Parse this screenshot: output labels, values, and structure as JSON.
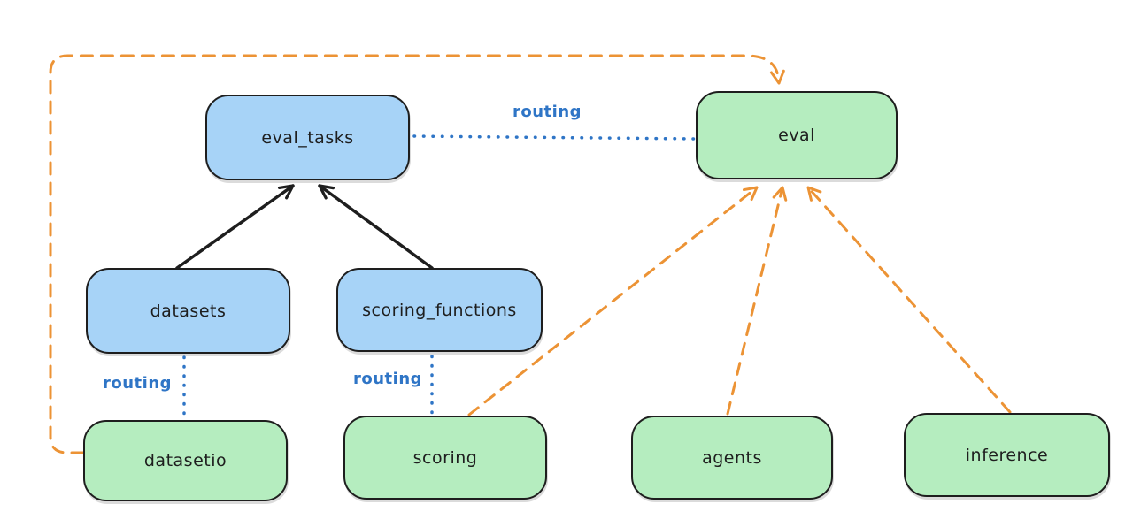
{
  "diagram": {
    "kind": "architecture-diagram",
    "background": "#ffffff"
  },
  "colors": {
    "blue_node_fill": "#a7d3f7",
    "green_node_fill": "#b5edbf",
    "node_border": "#1e1e1e",
    "solid_arrow": "#1e1e1e",
    "dashed_arrow_orange": "#ec9335",
    "dotted_line_blue": "#2f75c6",
    "routing_label_blue": "#2f75c6"
  },
  "nodes": [
    {
      "id": "eval_tasks",
      "label": "eval_tasks",
      "color": "blue"
    },
    {
      "id": "eval",
      "label": "eval",
      "color": "green"
    },
    {
      "id": "datasets",
      "label": "datasets",
      "color": "blue"
    },
    {
      "id": "scoring_functions",
      "label": "scoring_functions",
      "color": "blue"
    },
    {
      "id": "datasetio",
      "label": "datasetio",
      "color": "green"
    },
    {
      "id": "scoring",
      "label": "scoring",
      "color": "green"
    },
    {
      "id": "agents",
      "label": "agents",
      "color": "green"
    },
    {
      "id": "inference",
      "label": "inference",
      "color": "green"
    }
  ],
  "edges": [
    {
      "from": "datasets",
      "to": "eval_tasks",
      "style": "solid-arrow",
      "color": "black",
      "label": ""
    },
    {
      "from": "scoring_functions",
      "to": "eval_tasks",
      "style": "solid-arrow",
      "color": "black",
      "label": ""
    },
    {
      "from": "eval_tasks",
      "to": "eval",
      "style": "dotted-line",
      "color": "blue",
      "label": "routing"
    },
    {
      "from": "datasets",
      "to": "datasetio",
      "style": "dotted-line",
      "color": "blue",
      "label": "routing"
    },
    {
      "from": "scoring_functions",
      "to": "scoring",
      "style": "dotted-line",
      "color": "blue",
      "label": "routing"
    },
    {
      "from": "datasetio",
      "to": "eval",
      "style": "dashed-arrow",
      "color": "orange",
      "label": ""
    },
    {
      "from": "scoring",
      "to": "eval",
      "style": "dashed-arrow",
      "color": "orange",
      "label": ""
    },
    {
      "from": "agents",
      "to": "eval",
      "style": "dashed-arrow",
      "color": "orange",
      "label": ""
    },
    {
      "from": "inference",
      "to": "eval",
      "style": "dashed-arrow",
      "color": "orange",
      "label": ""
    }
  ]
}
